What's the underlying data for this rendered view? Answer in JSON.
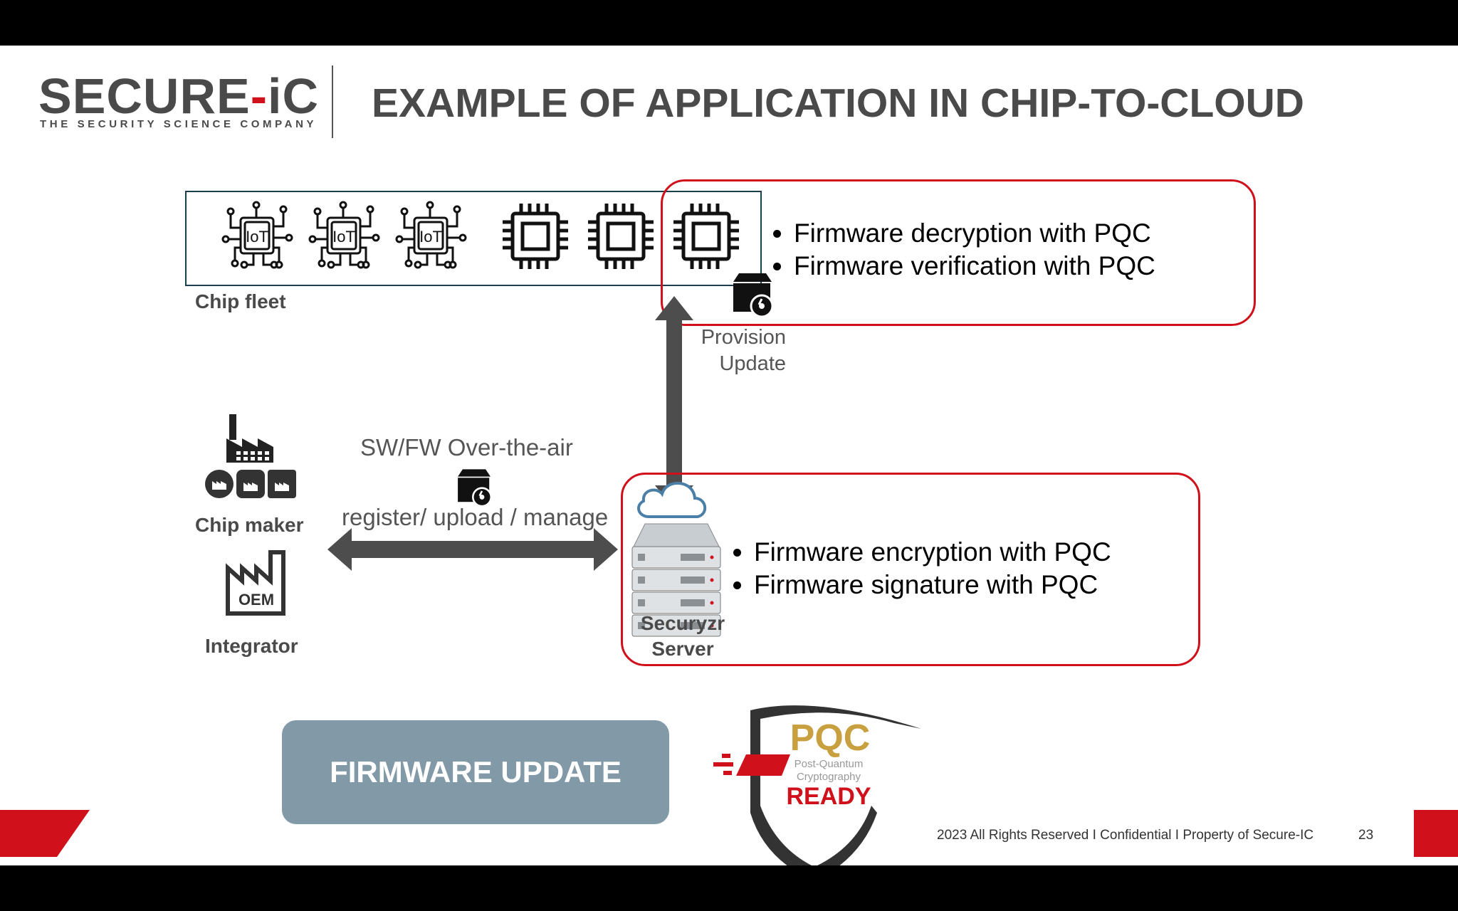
{
  "header": {
    "logo_text_1": "SECU",
    "logo_text_2": "RE",
    "logo_dash": "-",
    "logo_text_3": "iC",
    "logo_tagline": "THE SECURITY SCIENCE COMPANY",
    "title": "EXAMPLE OF APPLICATION IN CHIP-TO-CLOUD"
  },
  "chip_fleet": {
    "label": "Chip fleet",
    "iot_label": "IoT",
    "icons": [
      "iot-chip-icon",
      "iot-chip-icon",
      "iot-chip-icon",
      "processor-chip-icon",
      "processor-chip-icon",
      "processor-chip-icon"
    ]
  },
  "device_box": {
    "bullets": [
      "Firmware decryption with PQC",
      "Firmware verification with PQC"
    ]
  },
  "provision": {
    "line1": "Provision",
    "line2": "Update"
  },
  "left_actors": {
    "chip_maker": "Chip maker",
    "integrator": "Integrator",
    "oem_text": "OEM"
  },
  "ota": {
    "title": "SW/FW Over-the-air",
    "subtitle": "register/ upload / manage"
  },
  "server": {
    "line1": "Securyzr",
    "line2": "Server",
    "bullets": [
      "Firmware encryption with PQC",
      "Firmware signature with PQC"
    ]
  },
  "firmware_update_label": "FIRMWARE UPDATE",
  "pqc_badge": {
    "top": "PQC",
    "middle1": "Post-Quantum",
    "middle2": "Cryptography",
    "bottom": "READY"
  },
  "footer": {
    "text": "2023 All Rights Reserved I Confidential I Property of Secure-IC",
    "page": "23"
  },
  "colors": {
    "accent_red": "#d0101a",
    "text_gray": "#4a4a4a",
    "button_slate": "#8299a7",
    "arrow_gray": "#4d4d4d"
  }
}
